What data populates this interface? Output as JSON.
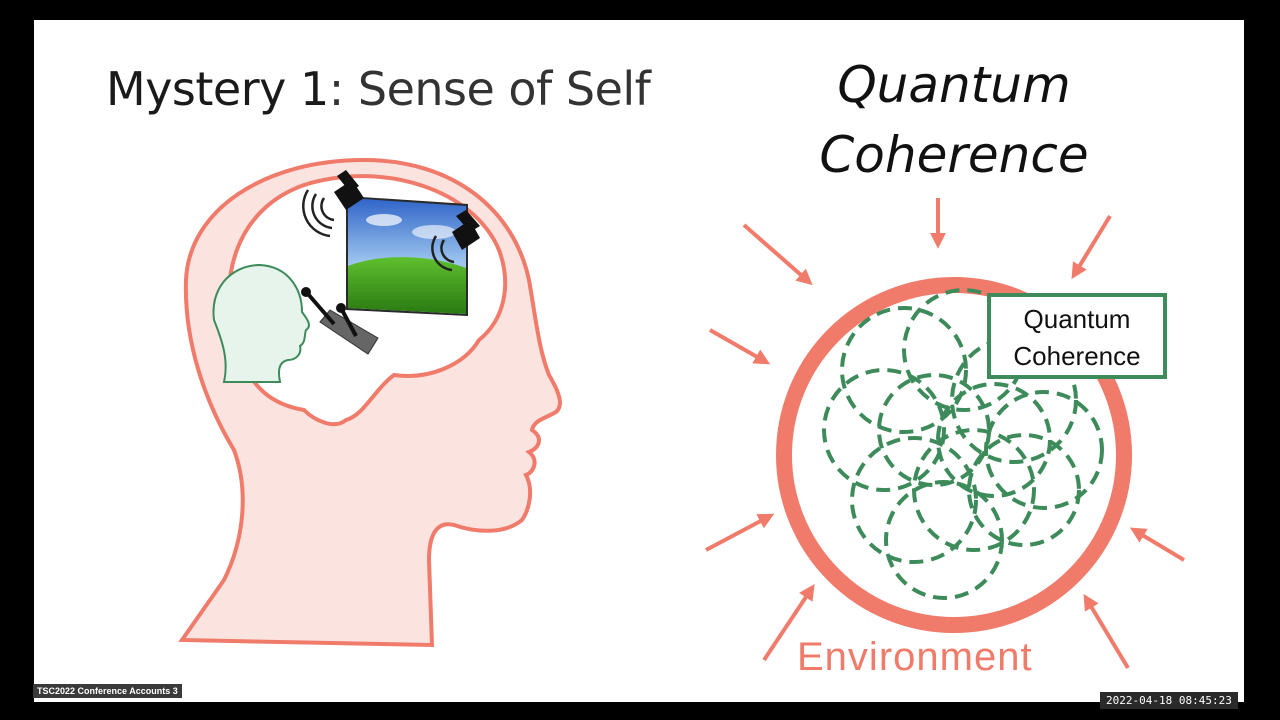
{
  "slide": {
    "title_bold": "Mystery 1",
    "title_rest": ": Sense of Self",
    "quantum_title": "Quantum\nCoherence",
    "qc_box_label": "Quantum\nCoherence",
    "environment_label": "Environment"
  },
  "overlay": {
    "participant_name": "TSC2022 Conference Accounts 3",
    "timestamp": "2022-04-18  08:45:23"
  },
  "colors": {
    "salmon": "#f07b6a",
    "head_fill": "#fbe3e0",
    "coherence_green": "#3d8b5a",
    "inner_head_fill": "#e6f4ec",
    "background": "#ffffff"
  },
  "icons": [
    "speaker-icon",
    "joystick-icon",
    "landscape-picture"
  ]
}
